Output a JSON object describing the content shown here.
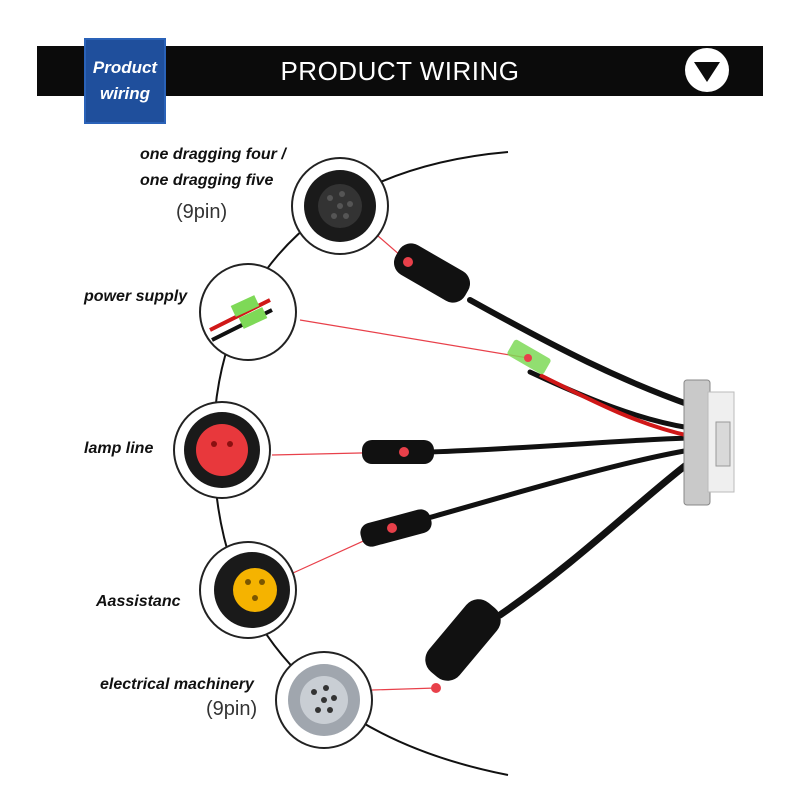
{
  "header": {
    "badge_line1": "Product",
    "badge_line2": "wiring",
    "title": "PRODUCT WIRING"
  },
  "connectors": [
    {
      "id": "nine-pin-top",
      "label_line1": "one dragging four /",
      "label_line2": "one dragging five",
      "pin_note": "(9pin)"
    },
    {
      "id": "power-supply",
      "label": "power supply"
    },
    {
      "id": "lamp-line",
      "label": "lamp line"
    },
    {
      "id": "assistance",
      "label": "Aassistanc"
    },
    {
      "id": "electrical-machinery",
      "label": "electrical machinery",
      "pin_note": "(9pin)"
    }
  ],
  "colors": {
    "banner": "#0b0b0b",
    "badge": "#1f4f9c",
    "pointer_line": "#e8404a",
    "cable": "#111111",
    "red_wire": "#d01818",
    "lamp_plug": "#e8383c",
    "assist_plug": "#f5b300",
    "motor_plug": "#7a8088"
  }
}
